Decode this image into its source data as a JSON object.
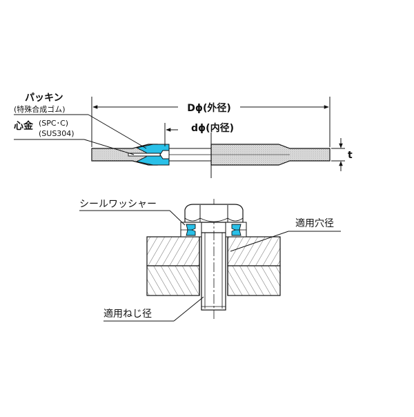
{
  "labels": {
    "packing": "パッキン",
    "packing_material": "(特殊合成ゴム)",
    "core": "心金",
    "core_material_1": "(SPC･C)",
    "core_material_2": "(SUS304)",
    "outer_diameter": "Dϕ(外径)",
    "inner_diameter": "dϕ(内径)",
    "thickness": "t",
    "seal_washer": "シールワッシャー",
    "hole_diameter": "適用穴径",
    "screw_diameter": "適用ねじ径"
  },
  "colors": {
    "seal": "#29c0e8",
    "line": "#111111",
    "hatch": "#555555"
  }
}
